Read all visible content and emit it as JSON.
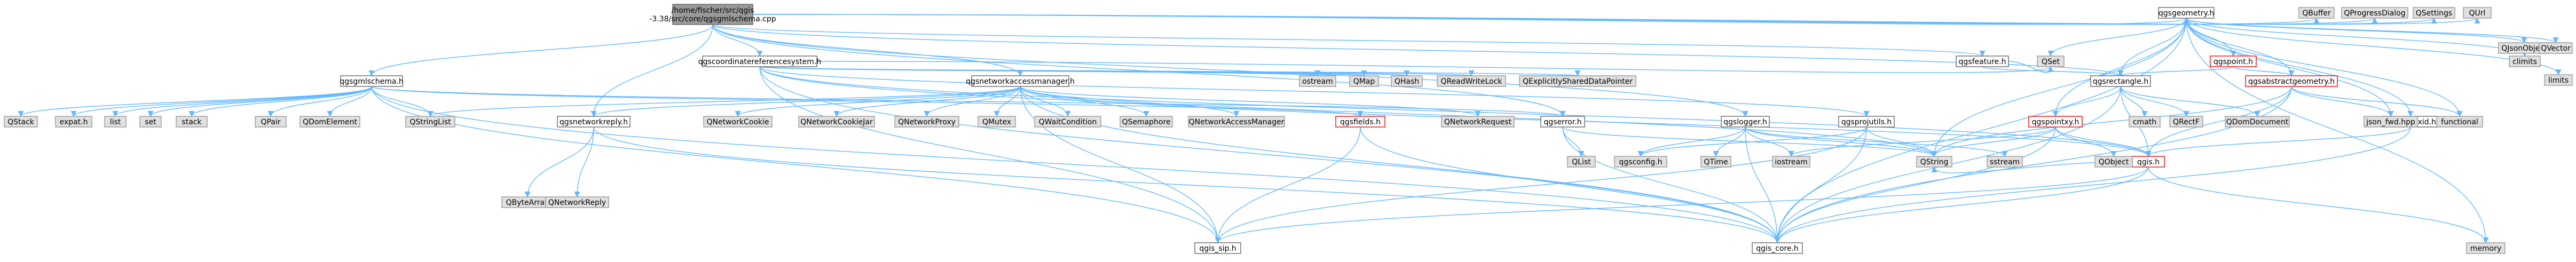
{
  "colors": {
    "edge": "#63b8ff",
    "root_fill": "#999999",
    "root_stroke": "#666666",
    "doc_fill": "#ffffff",
    "doc_stroke": "#666666",
    "missing_fill": "#e0e0e0",
    "missing_stroke": "#999999",
    "warn_fill": "#ffffff",
    "warn_stroke": "#ff0000",
    "text": "#000000"
  },
  "diagram": {
    "nodes": [
      {
        "id": "root",
        "label": [
          "/home/fischer/src/qgis",
          "-3.38/src/core/qgsgmlschema.cpp"
        ],
        "kind": "root"
      },
      {
        "id": "qgsgmlschema_h",
        "label": [
          "qgsgmlschema.h"
        ],
        "kind": "doc"
      },
      {
        "id": "qgsgeometry_h",
        "label": [
          "qgsgeometry.h"
        ],
        "kind": "doc"
      },
      {
        "id": "qgscoordinatereferencesystem_h",
        "label": [
          "qgscoordinatereferencesystem.h"
        ],
        "kind": "doc"
      },
      {
        "id": "qgsnetworkaccessmanager_h",
        "label": [
          "qgsnetworkaccessmanager.h"
        ],
        "kind": "doc"
      },
      {
        "id": "qgsfeature_h",
        "label": [
          "qgsfeature.h"
        ],
        "kind": "doc"
      },
      {
        "id": "qgspoint_h",
        "label": [
          "qgspoint.h"
        ],
        "kind": "warn"
      },
      {
        "id": "qgsrectangle_h",
        "label": [
          "qgsrectangle.h"
        ],
        "kind": "doc"
      },
      {
        "id": "qgsabstractgeometry_h",
        "label": [
          "qgsabstractgeometry.h"
        ],
        "kind": "warn"
      },
      {
        "id": "qgspointxy_h",
        "label": [
          "qgspointxy.h"
        ],
        "kind": "warn"
      },
      {
        "id": "qgsvertexid_h",
        "label": [
          "qgsvertexid.h"
        ],
        "kind": "doc"
      },
      {
        "id": "qgsnetworkreply_h",
        "label": [
          "qgsnetworkreply.h"
        ],
        "kind": "doc"
      },
      {
        "id": "qgsfields_h",
        "label": [
          "qgsfields.h"
        ],
        "kind": "warn"
      },
      {
        "id": "qgserror_h",
        "label": [
          "qgserror.h"
        ],
        "kind": "doc"
      },
      {
        "id": "qgslogger_h",
        "label": [
          "qgslogger.h"
        ],
        "kind": "doc"
      },
      {
        "id": "qgsprojutils_h",
        "label": [
          "qgsprojutils.h"
        ],
        "kind": "doc"
      },
      {
        "id": "qgs_h",
        "label": [
          "qgis.h"
        ],
        "kind": "warn"
      },
      {
        "id": "qgis_core_h",
        "label": [
          "qgis_core.h"
        ],
        "kind": "doc"
      },
      {
        "id": "qgis_sip_h",
        "label": [
          "qgis_sip.h"
        ],
        "kind": "doc"
      },
      {
        "id": "qgsconfig_h",
        "label": [
          "qgsconfig.h"
        ],
        "kind": "missing"
      },
      {
        "id": "QBuffer",
        "label": [
          "QBuffer"
        ],
        "kind": "missing"
      },
      {
        "id": "QProgressDialog",
        "label": [
          "QProgressDialog"
        ],
        "kind": "missing"
      },
      {
        "id": "QSettings",
        "label": [
          "QSettings"
        ],
        "kind": "missing"
      },
      {
        "id": "QUrl",
        "label": [
          "QUrl"
        ],
        "kind": "missing"
      },
      {
        "id": "QStack",
        "label": [
          "QStack"
        ],
        "kind": "missing"
      },
      {
        "id": "expat_h",
        "label": [
          "expat.h"
        ],
        "kind": "missing"
      },
      {
        "id": "list",
        "label": [
          "list"
        ],
        "kind": "missing"
      },
      {
        "id": "set",
        "label": [
          "set"
        ],
        "kind": "missing"
      },
      {
        "id": "stack",
        "label": [
          "stack"
        ],
        "kind": "missing"
      },
      {
        "id": "QPair",
        "label": [
          "QPair"
        ],
        "kind": "missing"
      },
      {
        "id": "QDomElement",
        "label": [
          "QDomElement"
        ],
        "kind": "missing"
      },
      {
        "id": "QStringList",
        "label": [
          "QStringList"
        ],
        "kind": "missing"
      },
      {
        "id": "QNetworkCookie",
        "label": [
          "QNetworkCookie"
        ],
        "kind": "missing"
      },
      {
        "id": "QNetworkCookieJar",
        "label": [
          "QNetworkCookieJar"
        ],
        "kind": "missing"
      },
      {
        "id": "QNetworkProxy",
        "label": [
          "QNetworkProxy"
        ],
        "kind": "missing"
      },
      {
        "id": "QMutex",
        "label": [
          "QMutex"
        ],
        "kind": "missing"
      },
      {
        "id": "QWaitCondition",
        "label": [
          "QWaitCondition"
        ],
        "kind": "missing"
      },
      {
        "id": "QSemaphore",
        "label": [
          "QSemaphore"
        ],
        "kind": "missing"
      },
      {
        "id": "QNetworkAccessManager",
        "label": [
          "QNetworkAccessManager"
        ],
        "kind": "missing"
      },
      {
        "id": "QNetworkRequest",
        "label": [
          "QNetworkRequest"
        ],
        "kind": "missing"
      },
      {
        "id": "QByteArray",
        "label": [
          "QByteArray"
        ],
        "kind": "missing"
      },
      {
        "id": "QNetworkReply",
        "label": [
          "QNetworkReply"
        ],
        "kind": "missing"
      },
      {
        "id": "ostream",
        "label": [
          "ostream"
        ],
        "kind": "missing"
      },
      {
        "id": "QMap",
        "label": [
          "QMap"
        ],
        "kind": "missing"
      },
      {
        "id": "QHash",
        "label": [
          "QHash"
        ],
        "kind": "missing"
      },
      {
        "id": "QReadWriteLock",
        "label": [
          "QReadWriteLock"
        ],
        "kind": "missing"
      },
      {
        "id": "QExplicitlySharedDataPointer",
        "label": [
          "QExplicitlySharedDataPointer"
        ],
        "kind": "missing"
      },
      {
        "id": "QSet",
        "label": [
          "QSet"
        ],
        "kind": "missing"
      },
      {
        "id": "QList",
        "label": [
          "QList"
        ],
        "kind": "missing"
      },
      {
        "id": "QString",
        "label": [
          "QString"
        ],
        "kind": "missing"
      },
      {
        "id": "QTime",
        "label": [
          "QTime"
        ],
        "kind": "missing"
      },
      {
        "id": "iostream",
        "label": [
          "iostream"
        ],
        "kind": "missing"
      },
      {
        "id": "sstream",
        "label": [
          "sstream"
        ],
        "kind": "missing"
      },
      {
        "id": "QObject",
        "label": [
          "QObject"
        ],
        "kind": "missing"
      },
      {
        "id": "cmath",
        "label": [
          "cmath"
        ],
        "kind": "missing"
      },
      {
        "id": "QRectF",
        "label": [
          "QRectF"
        ],
        "kind": "missing"
      },
      {
        "id": "QDomDocument",
        "label": [
          "QDomDocument"
        ],
        "kind": "missing"
      },
      {
        "id": "json_fwd_hpp",
        "label": [
          "json_fwd.hpp"
        ],
        "kind": "missing"
      },
      {
        "id": "functional",
        "label": [
          "functional"
        ],
        "kind": "missing"
      },
      {
        "id": "QJsonObject",
        "label": [
          "QJsonObject"
        ],
        "kind": "missing"
      },
      {
        "id": "QVector",
        "label": [
          "QVector"
        ],
        "kind": "missing"
      },
      {
        "id": "climits",
        "label": [
          "climits"
        ],
        "kind": "missing"
      },
      {
        "id": "limits",
        "label": [
          "limits"
        ],
        "kind": "missing"
      },
      {
        "id": "memory",
        "label": [
          "memory"
        ],
        "kind": "missing"
      }
    ],
    "edges": [
      [
        "root",
        "qgsgmlschema_h"
      ],
      [
        "root",
        "qgsgeometry_h"
      ],
      [
        "root",
        "qgscoordinatereferencesystem_h"
      ],
      [
        "root",
        "qgsnetworkaccessmanager_h"
      ],
      [
        "root",
        "qgsfeature_h"
      ],
      [
        "root",
        "qgsnetworkreply_h"
      ],
      [
        "root",
        "qgserror_h"
      ],
      [
        "root",
        "qgslogger_h"
      ],
      [
        "root",
        "QBuffer"
      ],
      [
        "root",
        "QProgressDialog"
      ],
      [
        "root",
        "QSettings"
      ],
      [
        "root",
        "QUrl"
      ],
      [
        "root",
        "qgsrectangle_h"
      ],
      [
        "qgsgmlschema_h",
        "QStack"
      ],
      [
        "qgsgmlschema_h",
        "expat_h"
      ],
      [
        "qgsgmlschema_h",
        "list"
      ],
      [
        "qgsgmlschema_h",
        "set"
      ],
      [
        "qgsgmlschema_h",
        "stack"
      ],
      [
        "qgsgmlschema_h",
        "QPair"
      ],
      [
        "qgsgmlschema_h",
        "QDomElement"
      ],
      [
        "qgsgmlschema_h",
        "QStringList"
      ],
      [
        "qgsgmlschema_h",
        "qgis_core_h"
      ],
      [
        "qgsgmlschema_h",
        "qgis_sip_h"
      ],
      [
        "qgsgmlschema_h",
        "qgserror_h"
      ],
      [
        "qgsgmlschema_h",
        "qgsfields_h"
      ],
      [
        "qgsnetworkaccessmanager_h",
        "QNetworkCookie"
      ],
      [
        "qgsnetworkaccessmanager_h",
        "QNetworkCookieJar"
      ],
      [
        "qgsnetworkaccessmanager_h",
        "QNetworkProxy"
      ],
      [
        "qgsnetworkaccessmanager_h",
        "QMutex"
      ],
      [
        "qgsnetworkaccessmanager_h",
        "QWaitCondition"
      ],
      [
        "qgsnetworkaccessmanager_h",
        "QSemaphore"
      ],
      [
        "qgsnetworkaccessmanager_h",
        "QNetworkAccessManager"
      ],
      [
        "qgsnetworkaccessmanager_h",
        "QNetworkRequest"
      ],
      [
        "qgsnetworkaccessmanager_h",
        "qgsnetworkreply_h"
      ],
      [
        "qgsnetworkaccessmanager_h",
        "QStringList"
      ],
      [
        "qgsnetworkaccessmanager_h",
        "qgis_core_h"
      ],
      [
        "qgsnetworkaccessmanager_h",
        "qgis_sip_h"
      ],
      [
        "qgsnetworkaccessmanager_h",
        "qgs_h"
      ],
      [
        "qgsnetworkreply_h",
        "QNetworkReply"
      ],
      [
        "qgsnetworkreply_h",
        "QByteArray"
      ],
      [
        "qgsnetworkreply_h",
        "qgis_core_h"
      ],
      [
        "qgscoordinatereferencesystem_h",
        "ostream"
      ],
      [
        "qgscoordinatereferencesystem_h",
        "QMap"
      ],
      [
        "qgscoordinatereferencesystem_h",
        "QHash"
      ],
      [
        "qgscoordinatereferencesystem_h",
        "QReadWriteLock"
      ],
      [
        "qgscoordinatereferencesystem_h",
        "QExplicitlySharedDataPointer"
      ],
      [
        "qgscoordinatereferencesystem_h",
        "QSet"
      ],
      [
        "qgscoordinatereferencesystem_h",
        "qgsprojutils_h"
      ],
      [
        "qgscoordinatereferencesystem_h",
        "qgis_core_h"
      ],
      [
        "qgscoordinatereferencesystem_h",
        "qgis_sip_h"
      ],
      [
        "qgscoordinatereferencesystem_h",
        "qgs_h"
      ],
      [
        "qgscoordinatereferencesystem_h",
        "QString"
      ],
      [
        "qgsfeature_h",
        "QSet"
      ],
      [
        "qgsfeature_h",
        "qgsrectangle_h"
      ],
      [
        "qgserror_h",
        "QList"
      ],
      [
        "qgserror_h",
        "QString"
      ],
      [
        "qgserror_h",
        "qgis_core_h"
      ],
      [
        "qgslogger_h",
        "QString"
      ],
      [
        "qgslogger_h",
        "QTime"
      ],
      [
        "qgslogger_h",
        "iostream"
      ],
      [
        "qgslogger_h",
        "sstream"
      ],
      [
        "qgslogger_h",
        "qgsconfig_h"
      ],
      [
        "qgslogger_h",
        "qgis_core_h"
      ],
      [
        "qgsprojutils_h",
        "QString"
      ],
      [
        "qgsprojutils_h",
        "qgis_core_h"
      ],
      [
        "qgsprojutils_h",
        "qgsconfig_h"
      ],
      [
        "qgsprojutils_h",
        "qgis_sip_h"
      ],
      [
        "qgsfields_h",
        "qgis_core_h"
      ],
      [
        "qgsfields_h",
        "qgis_sip_h"
      ],
      [
        "qgsgeometry_h",
        "QSet"
      ],
      [
        "qgsgeometry_h",
        "QString"
      ],
      [
        "qgsgeometry_h",
        "QVector"
      ],
      [
        "qgsgeometry_h",
        "QJsonObject"
      ],
      [
        "qgsgeometry_h",
        "climits"
      ],
      [
        "qgsgeometry_h",
        "limits"
      ],
      [
        "qgsgeometry_h",
        "memory"
      ],
      [
        "qgsgeometry_h",
        "functional"
      ],
      [
        "qgsgeometry_h",
        "qgspoint_h"
      ],
      [
        "qgsgeometry_h",
        "qgsrectangle_h"
      ],
      [
        "qgsgeometry_h",
        "qgsabstractgeometry_h"
      ],
      [
        "qgsgeometry_h",
        "qgis_core_h"
      ],
      [
        "qgsgeometry_h",
        "qgspointxy_h"
      ],
      [
        "qgsgeometry_h",
        "qgsvertexid_h"
      ],
      [
        "qgsgeometry_h",
        "json_fwd_hpp"
      ],
      [
        "qgspoint_h",
        "qgsabstractgeometry_h"
      ],
      [
        "qgspoint_h",
        "qgsrectangle_h"
      ],
      [
        "qgsrectangle_h",
        "QDomDocument"
      ],
      [
        "qgsrectangle_h",
        "QRectF"
      ],
      [
        "qgsrectangle_h",
        "cmath"
      ],
      [
        "qgsrectangle_h",
        "qgis_core_h"
      ],
      [
        "qgsrectangle_h",
        "qgspointxy_h"
      ],
      [
        "qgsrectangle_h",
        "qgs_h"
      ],
      [
        "qgsabstractgeometry_h",
        "functional"
      ],
      [
        "qgsabstractgeometry_h",
        "json_fwd_hpp"
      ],
      [
        "qgsabstractgeometry_h",
        "QString"
      ],
      [
        "qgsabstractgeometry_h",
        "qgis_core_h"
      ],
      [
        "qgsabstractgeometry_h",
        "qgs_h"
      ],
      [
        "qgspointxy_h",
        "QObject"
      ],
      [
        "qgspointxy_h",
        "QString"
      ],
      [
        "qgspointxy_h",
        "iostream"
      ],
      [
        "qgspointxy_h",
        "qgis_core_h"
      ],
      [
        "qgspointxy_h",
        "qgs_h"
      ],
      [
        "qgsvertexid_h",
        "qgis_core_h"
      ],
      [
        "qgsvertexid_h",
        "qgs_h"
      ],
      [
        "qgs_h",
        "qgis_core_h"
      ],
      [
        "qgs_h",
        "qgis_sip_h"
      ],
      [
        "qgs_h",
        "memory"
      ],
      [
        "qgs_h",
        "QString"
      ]
    ]
  }
}
